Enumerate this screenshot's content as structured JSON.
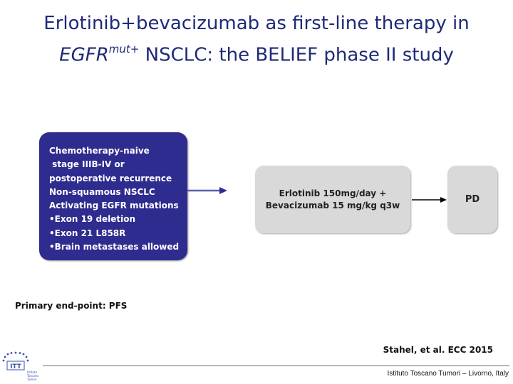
{
  "slide": {
    "title_part1": "Erlotinib+bevacizumab as first-line therapy in",
    "title_gene": "EGFR",
    "title_superscript": "mut+",
    "title_part2": " NSCLC: the BELIEF phase II study"
  },
  "criteria": {
    "items": [
      "Chemotherapy-naive",
      " stage IIIB-IV or",
      "postoperative recurrence",
      "Non-squamous NSCLC",
      "Activating EGFR mutations",
      "•Exon 19 deletion",
      "•Exon 21 L858R",
      "•Brain metastases allowed"
    ],
    "box_color": "#2e2c8f"
  },
  "treatment": {
    "line1": "Erlotinib 150mg/day +",
    "line2": "Bevacizumab 15 mg/kg q3w"
  },
  "outcome": {
    "label": "PD"
  },
  "endpoint": "Primary end-point: PFS",
  "citation": "Stahel, et al. ECC 2015",
  "footer": {
    "institute": "Istituto Toscano Tumori – Livorno, Italy",
    "logo_text": [
      "Istituto",
      "Toscano",
      "Tumori"
    ]
  },
  "colors": {
    "title": "#1e2a78",
    "arrow": "#2e2c8f",
    "box_grey": "#d9d9d9"
  }
}
